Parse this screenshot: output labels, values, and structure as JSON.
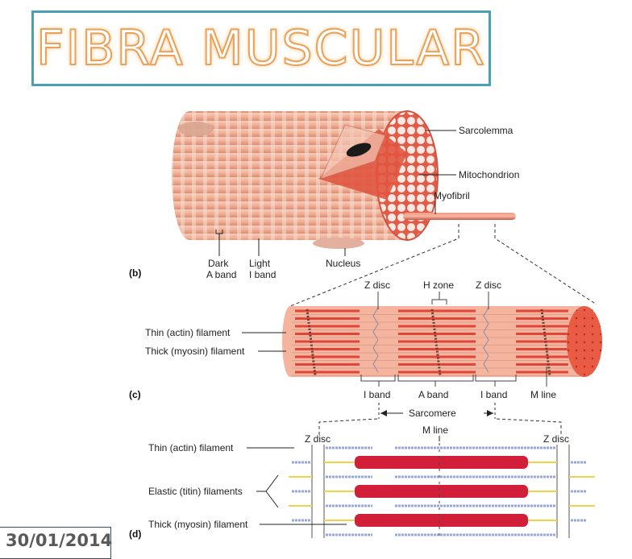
{
  "slide": {
    "title": "FIBRA MUSCULAR",
    "date": "30/01/2014"
  },
  "colors": {
    "title_border": "#4aa0b5",
    "title_outline": "#e8a25a",
    "fiber_pink": "#f2b39b",
    "myofibril_red": "#e0453a",
    "myosin_red": "#d11f3a",
    "titin_yellow": "#f3d24a",
    "actin_blue": "#9aa7d6"
  },
  "diagram": {
    "panel_b": {
      "part_label": "(b)",
      "labels": {
        "sarcolemma": "Sarcolemma",
        "mitochondrion": "Mitochondrion",
        "myofibril": "Myofibril",
        "dark_band_1": "Dark",
        "dark_band_2": "A band",
        "light_band_1": "Light",
        "light_band_2": "I band",
        "nucleus": "Nucleus"
      }
    },
    "panel_c": {
      "part_label": "(c)",
      "labels": {
        "z_disc_left": "Z disc",
        "h_zone": "H zone",
        "z_disc_right": "Z disc",
        "thin_filament": "Thin (actin) filament",
        "thick_filament": "Thick (myosin) filament",
        "i_band_left": "I band",
        "a_band": "A band",
        "i_band_right": "I band",
        "m_line": "M line",
        "sarcomere": "Sarcomere"
      }
    },
    "panel_d": {
      "part_label": "(d)",
      "labels": {
        "z_disc_left": "Z disc",
        "m_line": "M line",
        "z_disc_right": "Z disc",
        "thin_filament": "Thin (actin) filament",
        "elastic_filaments": "Elastic (titin) filaments",
        "thick_filament": "Thick (myosin) filament"
      }
    }
  }
}
